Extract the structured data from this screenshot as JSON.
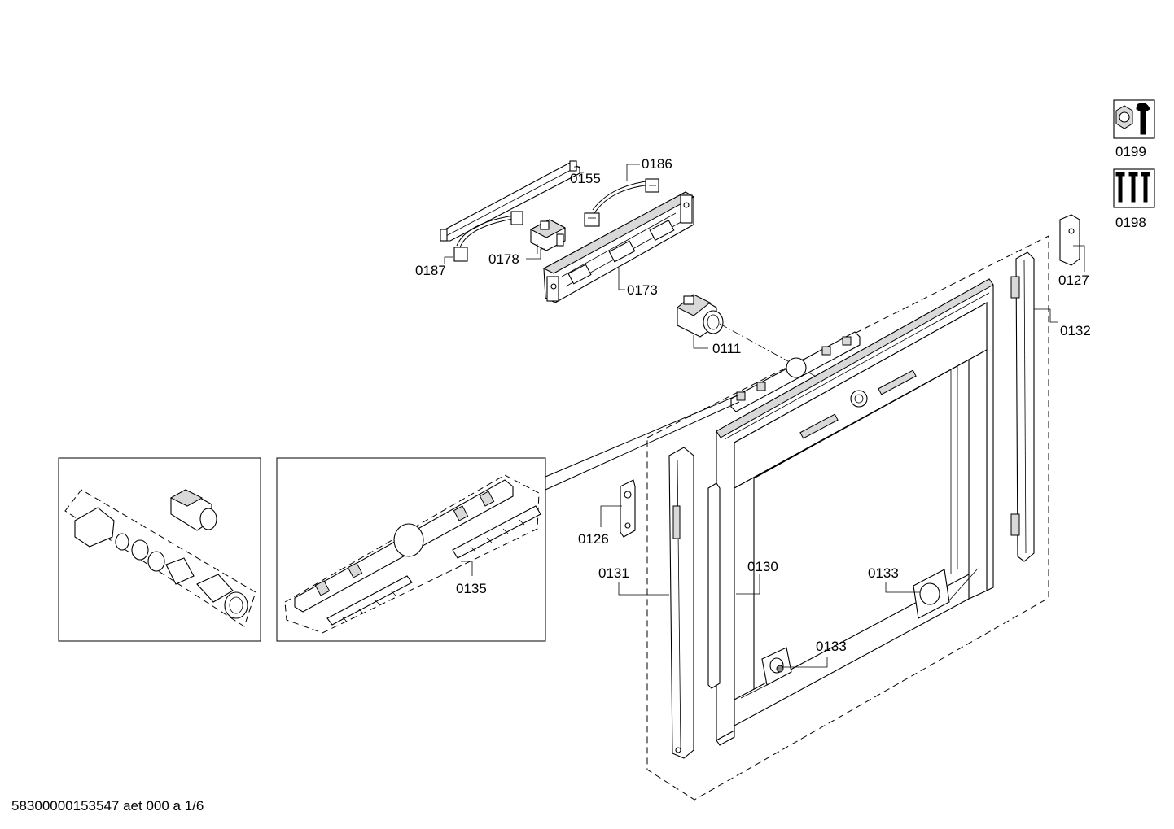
{
  "diagram": {
    "part_labels": {
      "p0155": "0155",
      "p0186": "0186",
      "p0187": "0187",
      "p0178": "0178",
      "p0173": "0173",
      "p0111": "0111",
      "p0199": "0199",
      "p0198": "0198",
      "p0127": "0127",
      "p0132": "0132",
      "p0126": "0126",
      "p0131": "0131",
      "p0130": "0130",
      "p0133a": "0133",
      "p0133b": "0133",
      "p0135": "0135"
    },
    "icons": {
      "tool": "wrench-nut-icon",
      "screws": "screws-icon"
    }
  },
  "footer": {
    "document_id": "58300000153547 aet 000 a 1/6"
  }
}
